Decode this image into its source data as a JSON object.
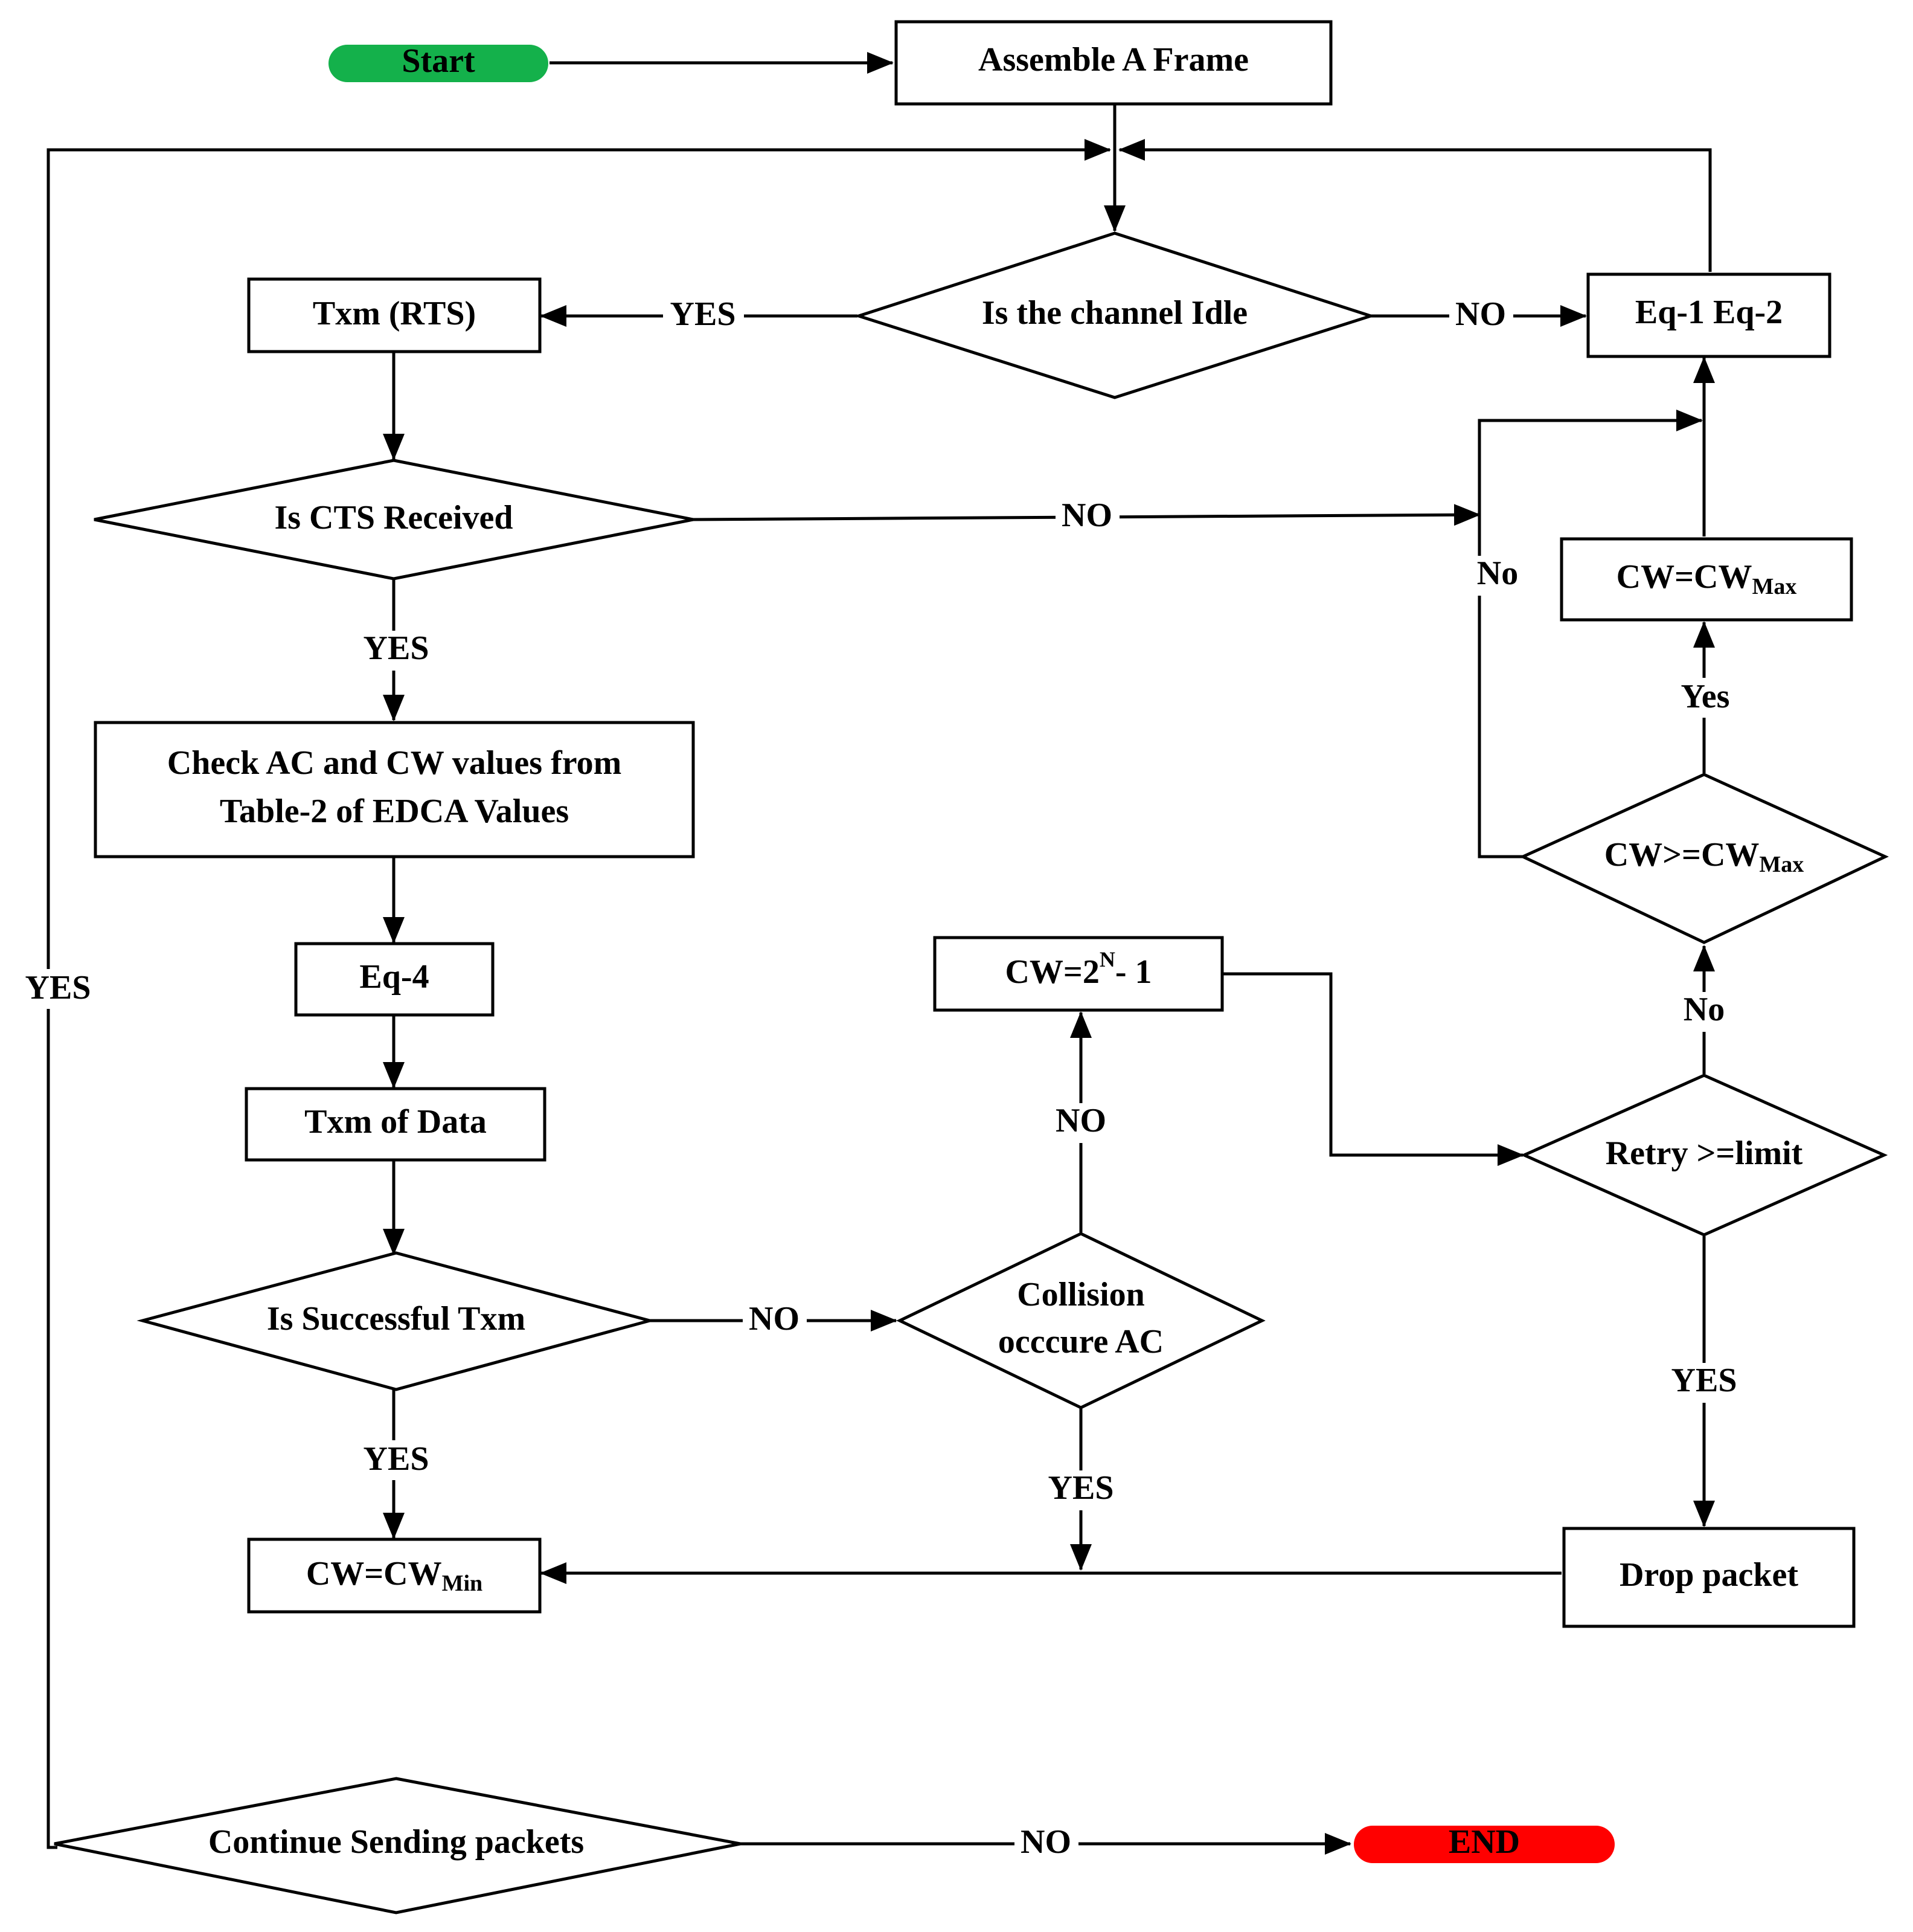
{
  "colors": {
    "start_fill": "#14b14b",
    "end_fill": "#ff0000",
    "stroke": "#000000",
    "background": "#ffffff"
  },
  "nodes": {
    "start": "Start",
    "assemble": "Assemble A Frame",
    "channel_idle": "Is the channel Idle",
    "txm_rts": "Txm (RTS)",
    "eq12": "Eq-1 Eq-2",
    "cts_received": "Is CTS Received",
    "check_ac_line1": "Check AC and CW values from",
    "check_ac_line2": "Table-2 of EDCA Values",
    "eq4": "Eq-4",
    "txm_data": "Txm of Data",
    "successful_txm": "Is Successful Txm",
    "collision_line1": "Collision",
    "collision_line2": "occcure AC",
    "cw_min_main": "CW=CW",
    "cw_min_sub": "Min",
    "cw_pow_base": "CW=2",
    "cw_pow_sup": "N",
    "cw_pow_tail": "- 1",
    "cw_max_main": "CW=CW",
    "cw_max_sub": "Max",
    "cw_ge_main": "CW>=CW",
    "cw_ge_sub": "Max",
    "retry_limit": "Retry >=limit",
    "drop_packet": "Drop packet",
    "continue_sending": "Continue Sending packets",
    "end": "END"
  },
  "edge_labels": {
    "idle_yes": "YES",
    "idle_no": "NO",
    "cts_no": "NO",
    "cts_yes": "YES",
    "loop_yes": "YES",
    "cw_ge_no": "No",
    "cw_ge_yes": "Yes",
    "retry_no": "No",
    "retry_yes": "YES",
    "collision_no": "NO",
    "collision_yes": "YES",
    "success_no": "NO",
    "success_yes": "YES",
    "continue_no": "NO"
  }
}
